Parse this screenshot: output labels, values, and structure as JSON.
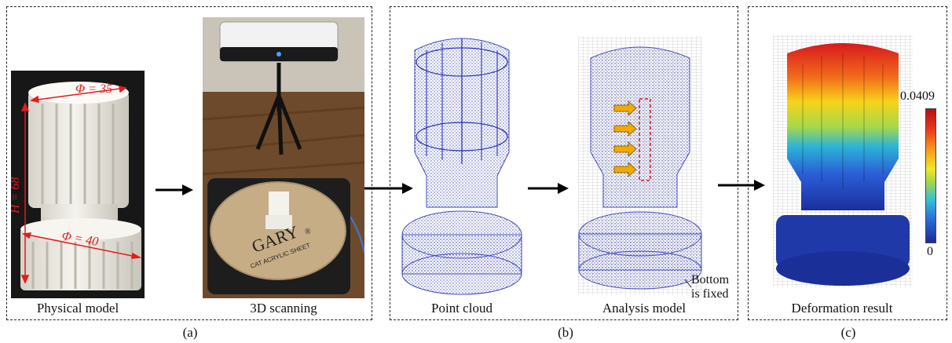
{
  "panels": {
    "a": {
      "label": "(a)",
      "physical_caption": "Physical model",
      "scanning_caption": "3D scanning",
      "dims": {
        "top_diameter": "Φ = 35",
        "bottom_diameter": "Φ = 40",
        "height": "H = 68"
      },
      "platform_text": {
        "brand": "GARY",
        "sub": "CAT ACRYLIC SHEET",
        "registered": "®"
      }
    },
    "b": {
      "label": "(b)",
      "point_cloud_caption": "Point cloud",
      "analysis_caption": "Analysis model",
      "bottom_note_line1": "Bottom",
      "bottom_note_line2": "is fixed"
    },
    "c": {
      "label": "(c)",
      "caption": "Deformation result",
      "colorbar": {
        "max": "0.0409",
        "min": "0"
      }
    }
  },
  "colors": {
    "point_cloud": "#2b35b0",
    "load_arrow": "#f2a900",
    "dim_red": "#e31b1b"
  }
}
